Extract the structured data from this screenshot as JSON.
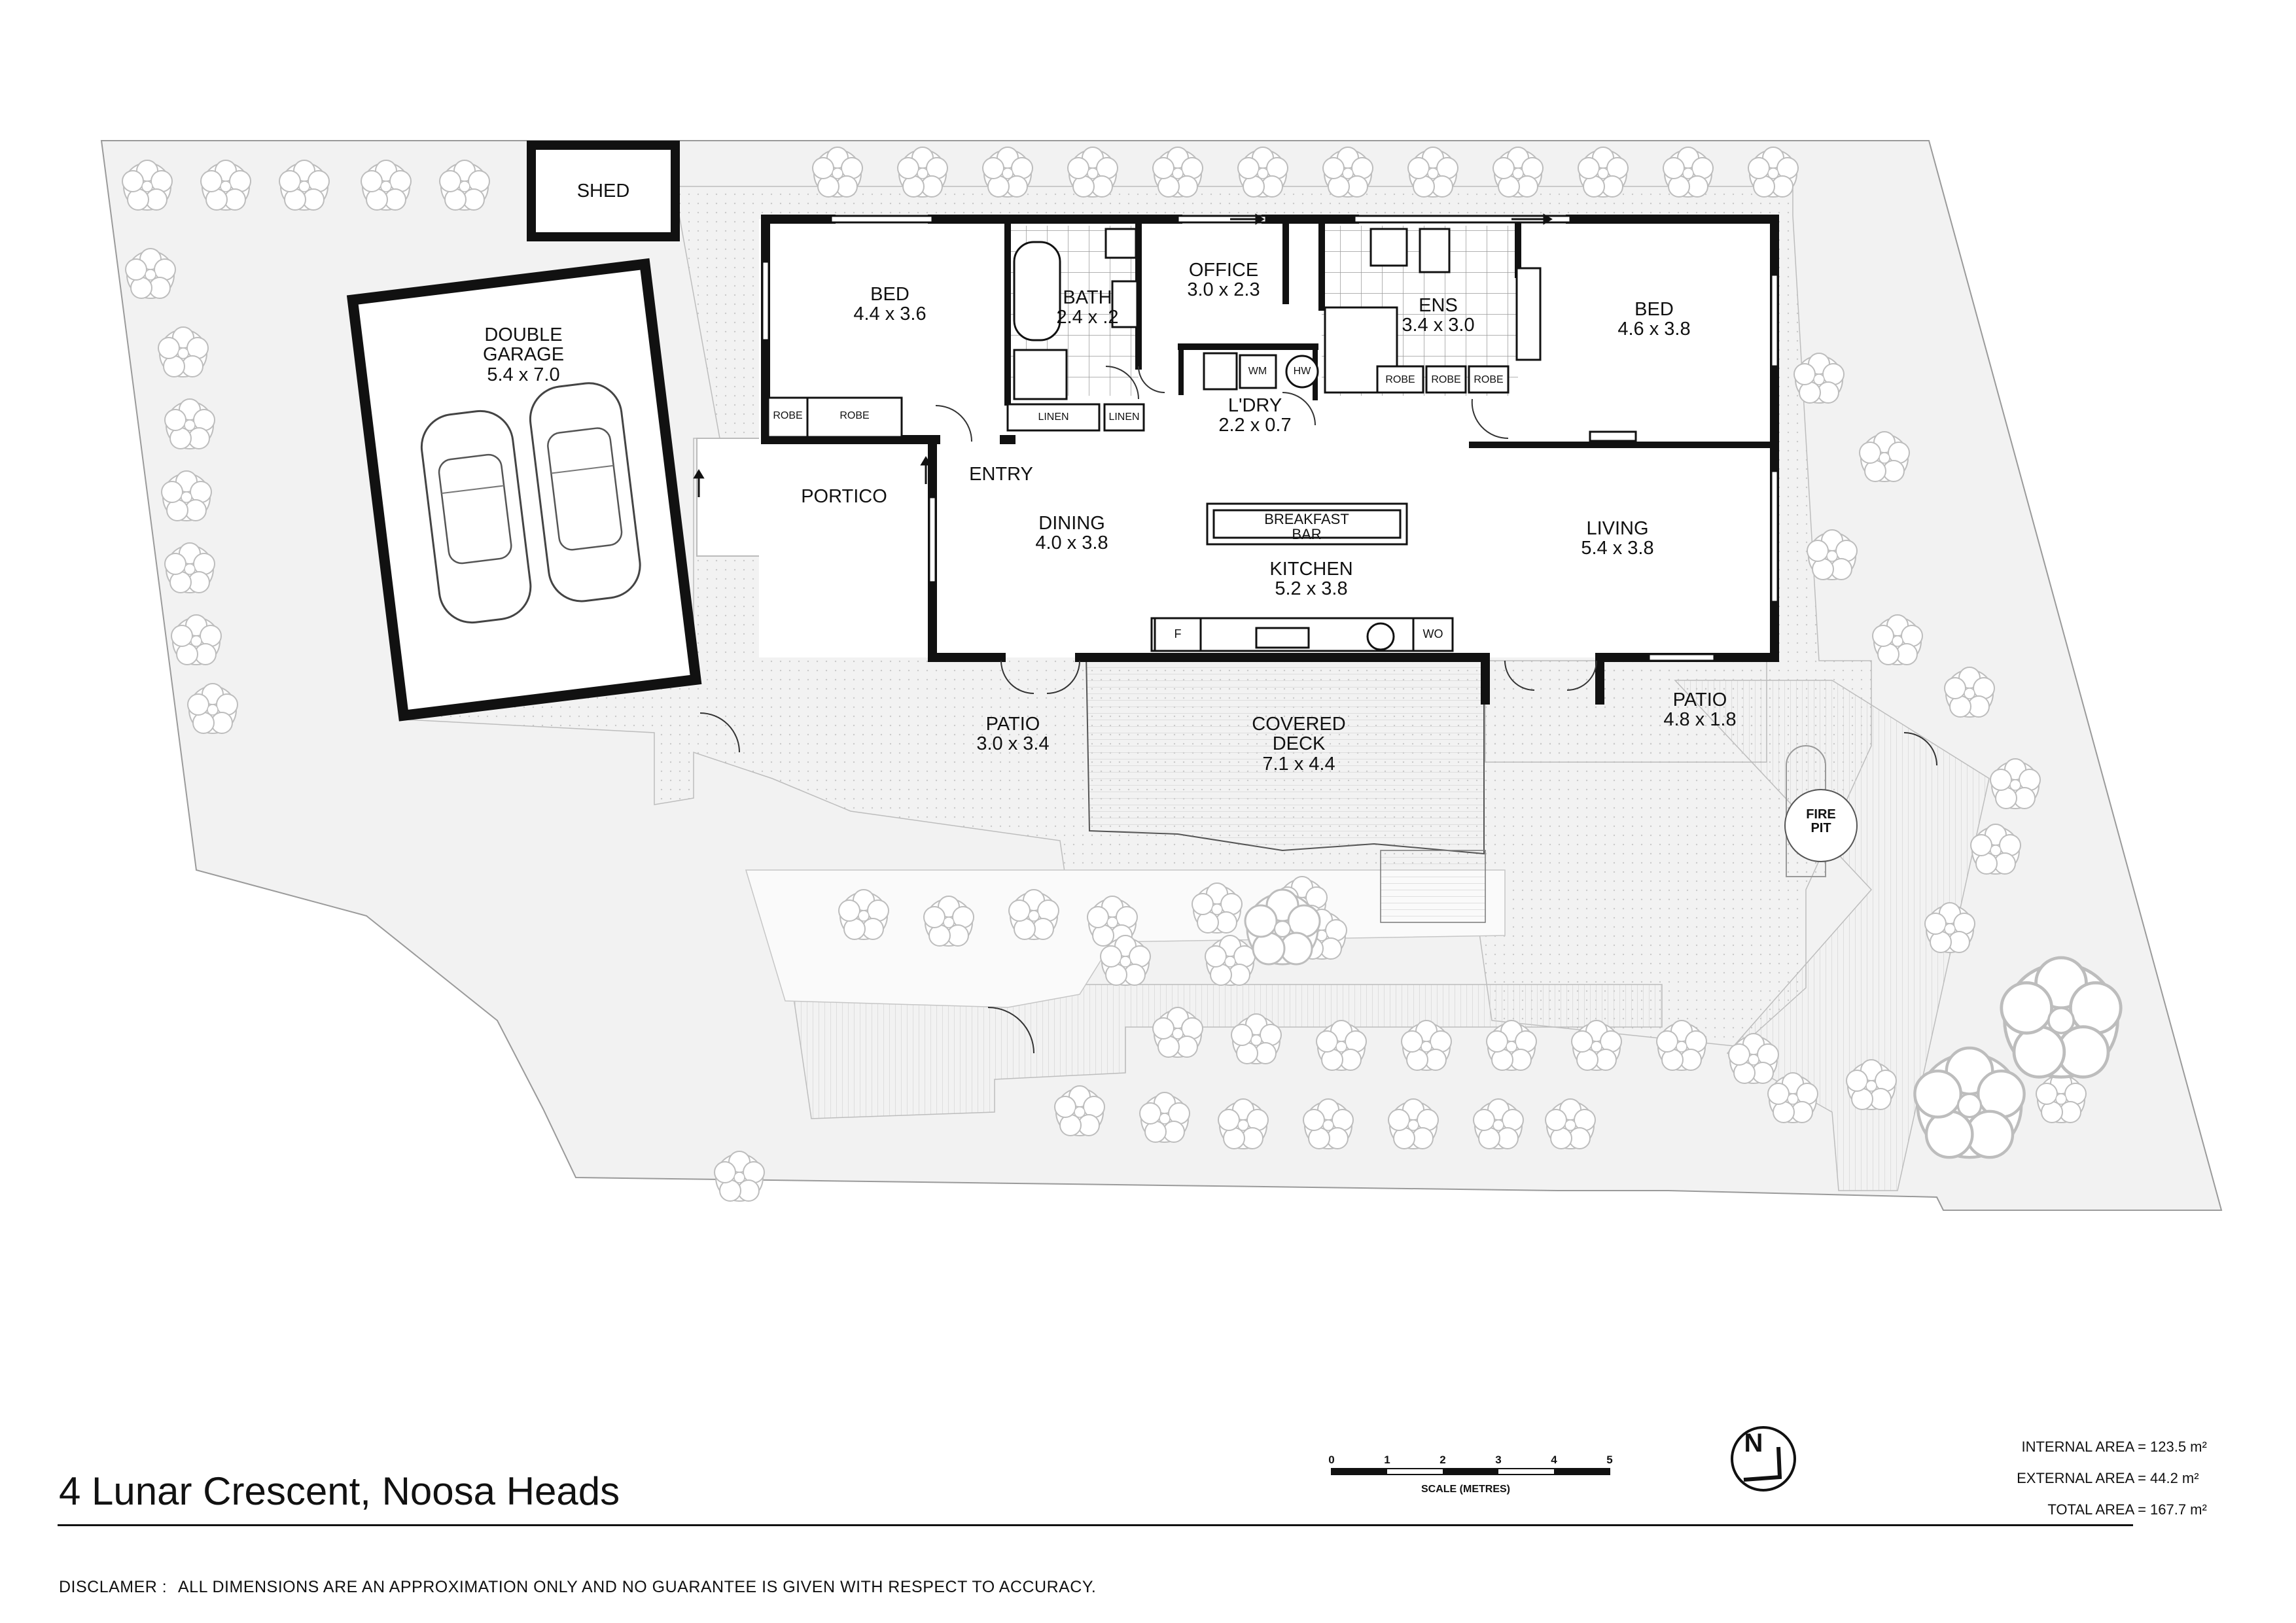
{
  "title": "4 Lunar Crescent, Noosa Heads",
  "disclaimer": {
    "label": "DISCLAMER :",
    "text": "ALL DIMENSIONS ARE AN APPROXIMATION ONLY AND NO GUARANTEE IS GIVEN WITH RESPECT TO ACCURACY."
  },
  "areas": [
    {
      "label": "INTERNAL AREA =",
      "value": "123.5 m²"
    },
    {
      "label": "EXTERNAL AREA =",
      "value": "44.2 m²"
    },
    {
      "label": "TOTAL AREA =",
      "value": "167.7 m²"
    }
  ],
  "scale": {
    "ticks": [
      "0",
      "1",
      "2",
      "3",
      "4",
      "5"
    ],
    "label": "SCALE (METRES)"
  },
  "north": "N",
  "rooms": {
    "shed": {
      "name": "SHED"
    },
    "garage": {
      "name_line1": "DOUBLE",
      "name_line2": "GARAGE",
      "dims": "5.4 x 7.0"
    },
    "bed1": {
      "name": "BED",
      "dims": "4.4 x 3.6"
    },
    "bath": {
      "name": "BATH",
      "dims": "2.4 x .2"
    },
    "office": {
      "name": "OFFICE",
      "dims": "3.0 x 2.3"
    },
    "ens": {
      "name": "ENS",
      "dims": "3.4 x 3.0"
    },
    "bed2": {
      "name": "BED",
      "dims": "4.6 x 3.8"
    },
    "ldry": {
      "name": "L'DRY",
      "dims": "2.2 x 0.7"
    },
    "portico": {
      "name": "PORTICO"
    },
    "entry": {
      "name": "ENTRY"
    },
    "dining": {
      "name": "DINING",
      "dims": "4.0 x 3.8"
    },
    "kitchen": {
      "name": "KITCHEN",
      "dims": "5.2 x 3.8"
    },
    "living": {
      "name": "LIVING",
      "dims": "5.4 x 3.8"
    },
    "patio1": {
      "name": "PATIO",
      "dims": "3.0 x 3.4"
    },
    "deck": {
      "name_line1": "COVERED",
      "name_line2": "DECK",
      "dims": "7.1 x 4.4"
    },
    "patio2": {
      "name": "PATIO",
      "dims": "4.8 x 1.8"
    },
    "firepit": {
      "line1": "FIRE",
      "line2": "PIT"
    }
  },
  "fixtures": {
    "breakfast_bar_line1": "BREAKFAST",
    "breakfast_bar_line2": "BAR",
    "robe": "ROBE",
    "linen": "LINEN",
    "wm": "WM",
    "hw": "HW",
    "fridge": "F",
    "wall_oven": "WO"
  }
}
